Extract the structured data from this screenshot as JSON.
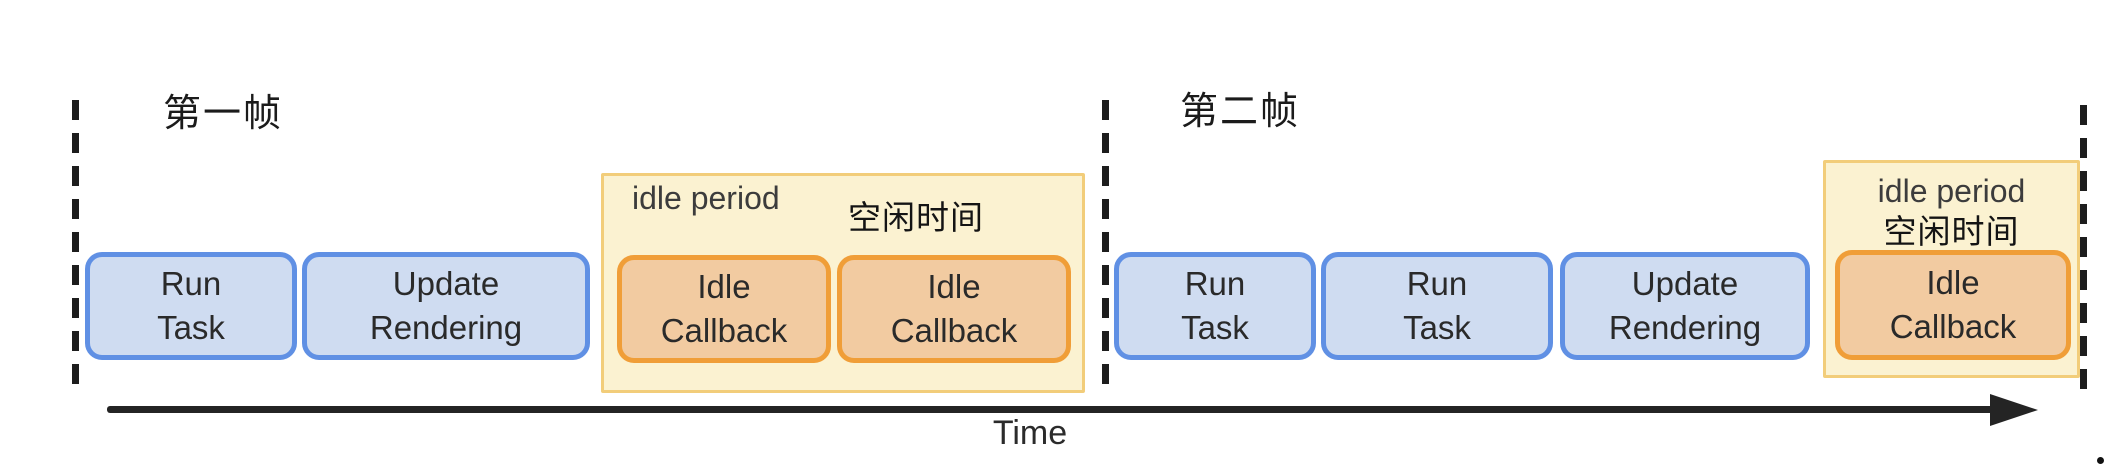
{
  "diagram_title": "browser-frame-idle-period-timeline",
  "frames": [
    {
      "label": "第一帧",
      "tasks": [
        "Run\nTask",
        "Update\nRendering"
      ],
      "idle": {
        "label_en": "idle period",
        "label_zh": "空闲时间",
        "callbacks": [
          "Idle\nCallback",
          "Idle\nCallback"
        ]
      }
    },
    {
      "label": "第二帧",
      "tasks": [
        "Run\nTask",
        "Run\nTask",
        "Update\nRendering"
      ],
      "idle": {
        "label_en": "idle period",
        "label_zh": "空闲时间",
        "callbacks": [
          "Idle\nCallback"
        ]
      }
    }
  ],
  "time_axis": {
    "label": "Time"
  },
  "trailing_dot": ".",
  "colors": {
    "task_fill": "#cfdcf1",
    "task_border": "#6090e4",
    "idle_region_fill": "#fbf2d1",
    "idle_region_border": "#f2cd7a",
    "callback_fill": "#f2cba1",
    "callback_border": "#f09e38",
    "boundary_line": "#1d1d1d",
    "axis": "#242424",
    "text": "#2a2a2a"
  }
}
